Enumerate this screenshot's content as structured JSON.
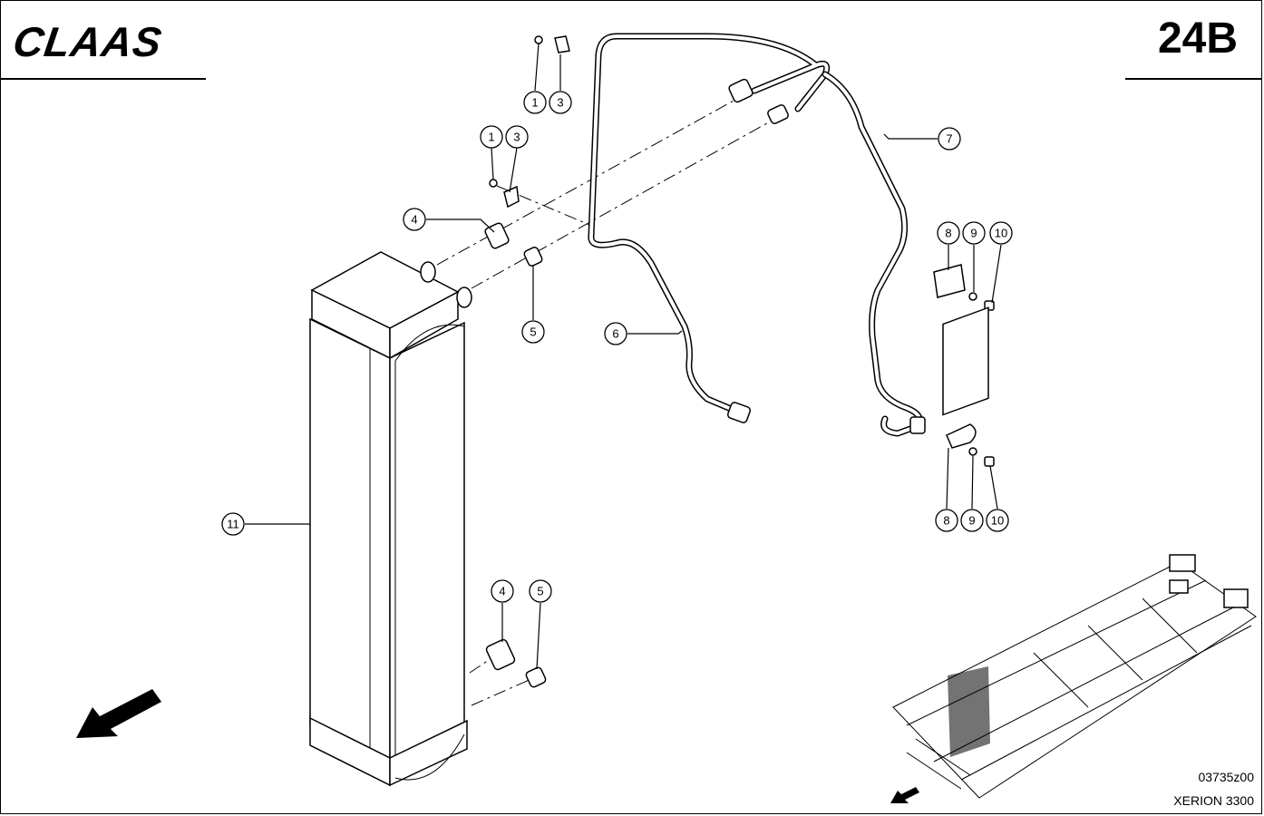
{
  "header": {
    "brand": "CLAAS",
    "sheet_number": "24B"
  },
  "footer": {
    "drawing_code": "03735z00",
    "model": "XERION 3300"
  },
  "callouts": {
    "c1a": "1",
    "c3a": "3",
    "c1b": "1",
    "c3b": "3",
    "c4a": "4",
    "c5a": "5",
    "c6": "6",
    "c7": "7",
    "c8a": "8",
    "c9a": "9",
    "c10a": "10",
    "c8b": "8",
    "c9b": "9",
    "c10b": "10",
    "c11": "11",
    "c4b": "4",
    "c5b": "5"
  }
}
